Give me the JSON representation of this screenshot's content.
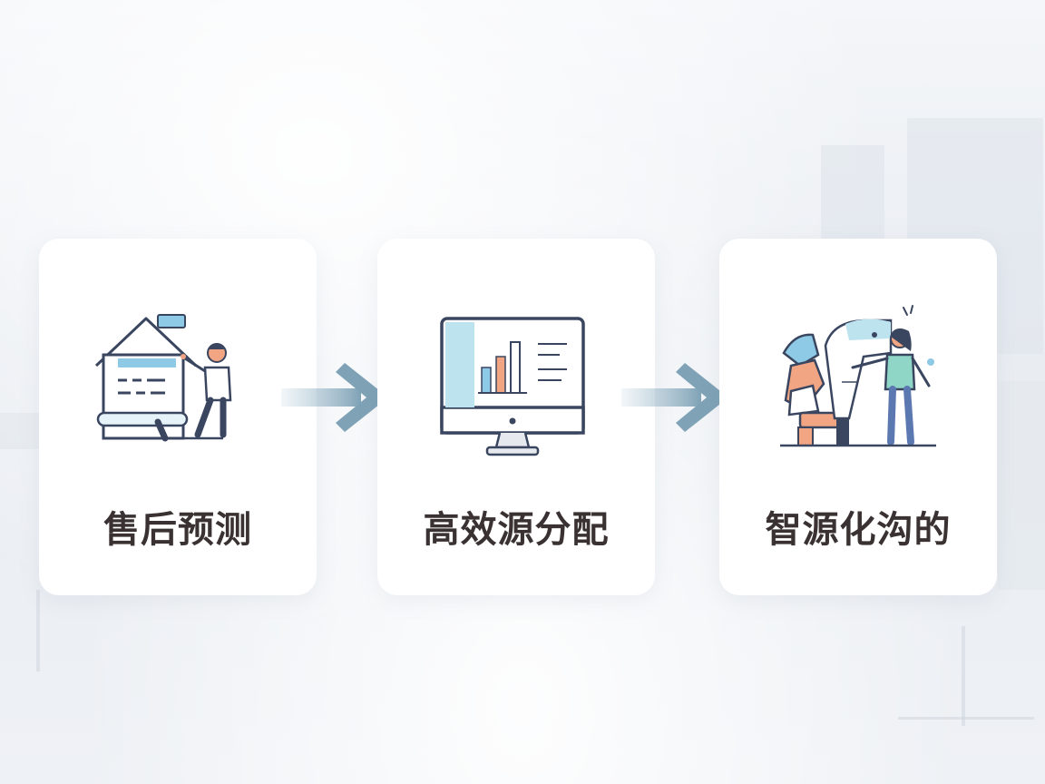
{
  "steps": [
    {
      "label": "售后预测",
      "icon": "house-document-person-icon"
    },
    {
      "label": "高效源分配",
      "icon": "monitor-bar-chart-icon"
    },
    {
      "label": "智源化沟的",
      "icon": "people-communication-icon"
    }
  ],
  "colors": {
    "card_bg": "#ffffff",
    "label_text": "#3a3232",
    "arrow": "#7fa2b6",
    "accent_blue": "#8ec9e6",
    "accent_orange": "#f2a582",
    "accent_navy": "#3a4660",
    "accent_teal": "#8fd6c6"
  }
}
